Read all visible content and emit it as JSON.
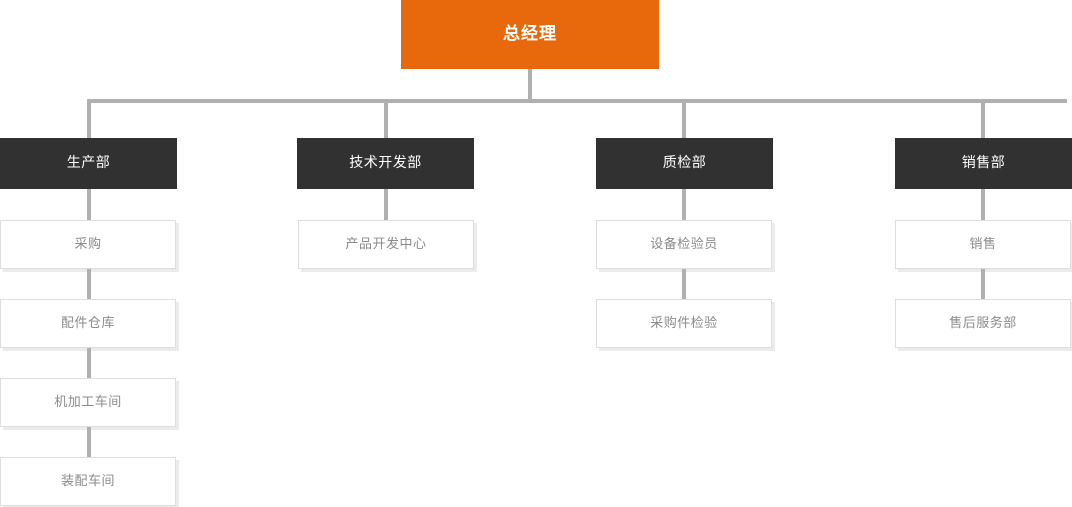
{
  "chart_data": {
    "type": "diagram",
    "diagram_type": "organization-chart",
    "title": "",
    "colors": {
      "root_fill": "#e8690b",
      "root_text": "#ffffff",
      "department_fill": "#313131",
      "department_text": "#ffffff",
      "leaf_fill": "#ffffff",
      "leaf_text": "#8b8b8b",
      "leaf_border": "#dedede",
      "leaf_shadow": "#ebebeb",
      "connector": "#b0b0b0",
      "background": "#ffffff"
    },
    "root": {
      "label": "总经理",
      "level": 0
    },
    "branches": [
      {
        "label": "生产部",
        "level": 1,
        "children": [
          "采购",
          "配件仓库",
          "机加工车间",
          "装配车间"
        ]
      },
      {
        "label": "技术开发部",
        "level": 1,
        "children": [
          "产品开发中心"
        ]
      },
      {
        "label": "质检部",
        "level": 1,
        "children": [
          "设备检验员",
          "采购件检验"
        ]
      },
      {
        "label": "销售部",
        "level": 1,
        "children": [
          "销售",
          "售后服务部"
        ]
      }
    ]
  },
  "nodes": {
    "root": {
      "label": "总经理"
    },
    "dept1": {
      "label": "生产部"
    },
    "dept2": {
      "label": "技术开发部"
    },
    "dept3": {
      "label": "质检部"
    },
    "dept4": {
      "label": "销售部"
    },
    "c1_1": {
      "label": "采购"
    },
    "c1_2": {
      "label": "配件仓库"
    },
    "c1_3": {
      "label": "机加工车间"
    },
    "c1_4": {
      "label": "装配车间"
    },
    "c2_1": {
      "label": "产品开发中心"
    },
    "c3_1": {
      "label": "设备检验员"
    },
    "c3_2": {
      "label": "采购件检验"
    },
    "c4_1": {
      "label": "销售"
    },
    "c4_2": {
      "label": "售后服务部"
    }
  }
}
